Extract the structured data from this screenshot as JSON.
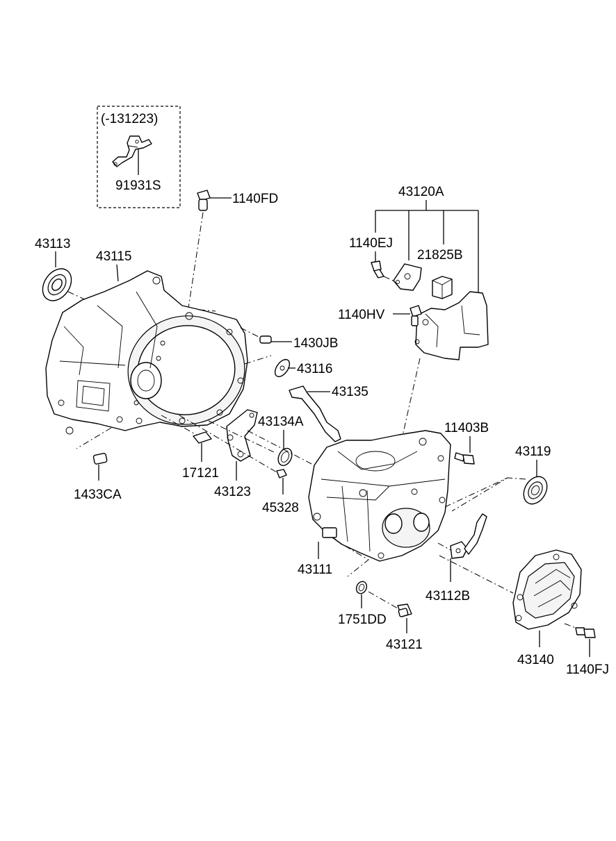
{
  "variant_box": {
    "date_code": "(-131223)",
    "part": "91931S"
  },
  "labels": {
    "p1140FD": "1140FD",
    "p43120A": "43120A",
    "p1140EJ": "1140EJ",
    "p21825B": "21825B",
    "p43113": "43113",
    "p43115": "43115",
    "p1140HV": "1140HV",
    "p1430JB": "1430JB",
    "p43116": "43116",
    "p43135": "43135",
    "p43134A": "43134A",
    "p11403B": "11403B",
    "p43119": "43119",
    "p17121": "17121",
    "p1433CA": "1433CA",
    "p43123": "43123",
    "p45328": "45328",
    "p43111": "43111",
    "p43112B": "43112B",
    "p1751DD": "1751DD",
    "p43121": "43121",
    "p43140": "43140",
    "p1140FJ": "1140FJ"
  }
}
